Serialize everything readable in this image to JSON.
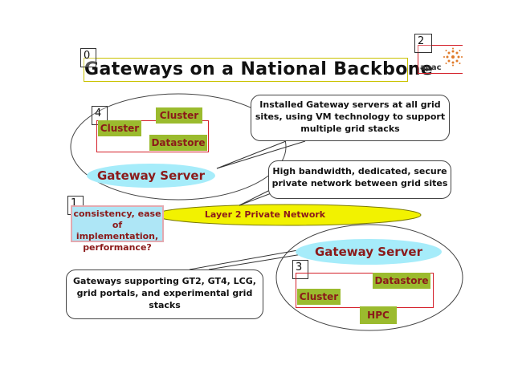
{
  "title": "Gateways on a National Backbone",
  "logo": {
    "text": "apac",
    "icon": "sunburst-logo-icon"
  },
  "index_labels": [
    "0",
    "1",
    "2",
    "3",
    "4"
  ],
  "top_site": {
    "clusters": [
      "Cluster",
      "Cluster"
    ],
    "datastore": "Datastore",
    "gateway_server": "Gateway Server"
  },
  "bottom_site": {
    "gateway_server": "Gateway Server",
    "datastore": "Datastore",
    "cluster": "Cluster",
    "hpc": "HPC"
  },
  "network": {
    "label": "Layer 2 Private Network"
  },
  "callouts": {
    "vm_install": "Installed Gateway servers at all grid sites, using VM technology to support multiple grid stacks",
    "private_network": "High bandwidth, dedicated, secure private network between grid sites",
    "stacks": "Gateways supporting GT2, GT4, LCG, grid portals, and experimental grid stacks",
    "consistency": "consistency, ease of implementation, performance?"
  },
  "colors": {
    "green": "#9bbb2e",
    "maroon": "#8b1a1a",
    "server_blue": "#a6ecfa",
    "network_yellow": "#f2f200",
    "red_outline": "#d4202a"
  }
}
